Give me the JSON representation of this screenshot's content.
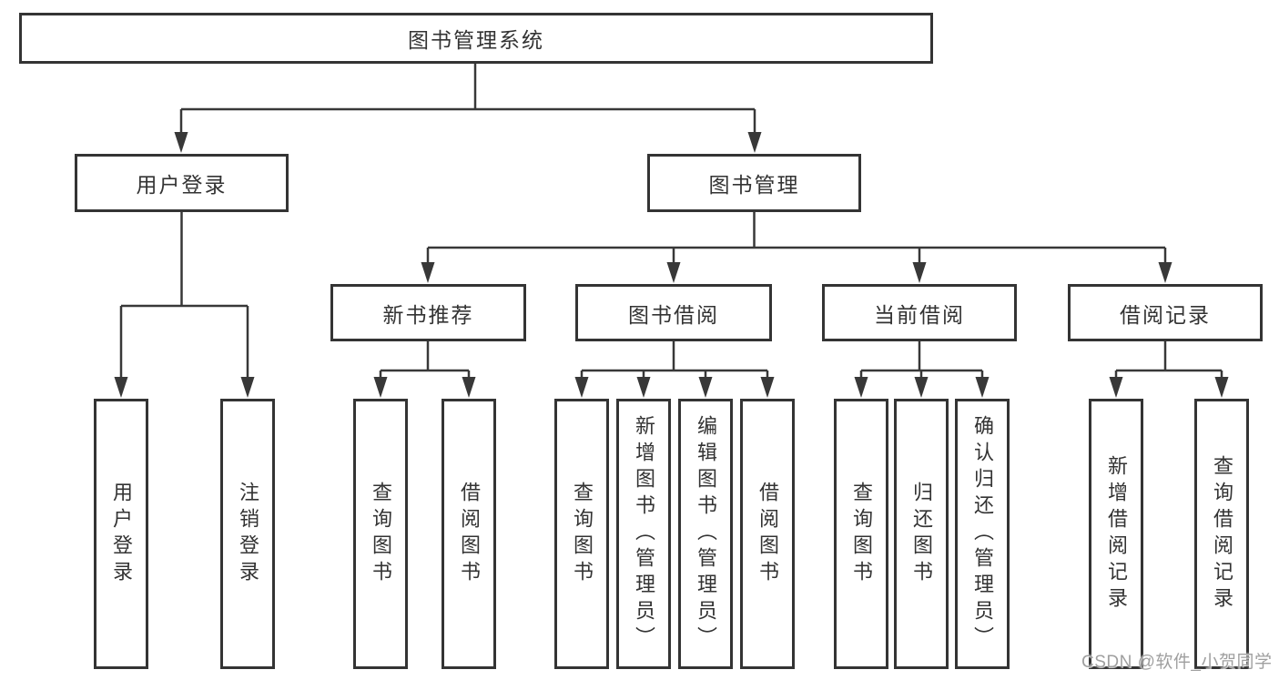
{
  "tree": {
    "root": {
      "label": "图书管理系统",
      "children": [
        {
          "label": "用户登录",
          "children": [
            {
              "label": "用户登录"
            },
            {
              "label": "注销登录"
            }
          ]
        },
        {
          "label": "图书管理",
          "children": [
            {
              "label": "新书推荐",
              "children": [
                {
                  "label": "查询图书"
                },
                {
                  "label": "借阅图书"
                }
              ]
            },
            {
              "label": "图书借阅",
              "children": [
                {
                  "label": "查询图书"
                },
                {
                  "label": "新增图书（管理员）"
                },
                {
                  "label": "编辑图书（管理员）"
                },
                {
                  "label": "借阅图书"
                }
              ]
            },
            {
              "label": "当前借阅",
              "children": [
                {
                  "label": "查询图书"
                },
                {
                  "label": "归还图书"
                },
                {
                  "label": "确认归还（管理员）"
                }
              ]
            },
            {
              "label": "借阅记录",
              "children": [
                {
                  "label": "新增借阅记录"
                },
                {
                  "label": "查询借阅记录"
                }
              ]
            }
          ]
        }
      ]
    }
  },
  "watermark": {
    "text": "CSDN @软件_小贺同学"
  },
  "colors": {
    "line": "#383838",
    "box_border": "#343434",
    "text": "#333333",
    "watermark": "#9f9f9f",
    "background": "#ffffff"
  }
}
